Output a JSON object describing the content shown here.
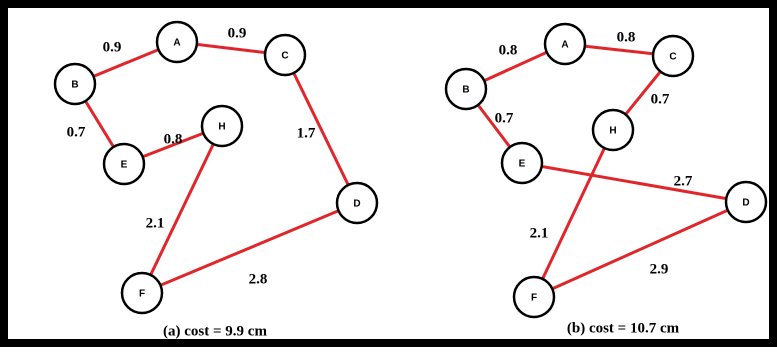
{
  "colors": {
    "border": "#000000",
    "edge": "#e0262b",
    "node_stroke": "#000000",
    "node_fill": "#ffffff",
    "text": "#000000"
  },
  "diagrams": [
    {
      "caption": "(a) cost = 9.9 cm",
      "nodes": [
        {
          "id": "A",
          "label": "A"
        },
        {
          "id": "B",
          "label": "B"
        },
        {
          "id": "C",
          "label": "C"
        },
        {
          "id": "E",
          "label": "E"
        },
        {
          "id": "H",
          "label": "H"
        },
        {
          "id": "D",
          "label": "D"
        },
        {
          "id": "F",
          "label": "F"
        }
      ],
      "edges": [
        {
          "from": "B",
          "to": "A",
          "label": "0.9"
        },
        {
          "from": "A",
          "to": "C",
          "label": "0.9"
        },
        {
          "from": "B",
          "to": "E",
          "label": "0.7"
        },
        {
          "from": "E",
          "to": "H",
          "label": "0.8"
        },
        {
          "from": "C",
          "to": "D",
          "label": "1.7"
        },
        {
          "from": "H",
          "to": "F",
          "label": "2.1"
        },
        {
          "from": "F",
          "to": "D",
          "label": "2.8"
        }
      ]
    },
    {
      "caption": "(b) cost = 10.7 cm",
      "nodes": [
        {
          "id": "A",
          "label": "A"
        },
        {
          "id": "B",
          "label": "B"
        },
        {
          "id": "C",
          "label": "C"
        },
        {
          "id": "H",
          "label": "H"
        },
        {
          "id": "E",
          "label": "E"
        },
        {
          "id": "D",
          "label": "D"
        },
        {
          "id": "F",
          "label": "F"
        }
      ],
      "edges": [
        {
          "from": "B",
          "to": "A",
          "label": "0.8"
        },
        {
          "from": "A",
          "to": "C",
          "label": "0.8"
        },
        {
          "from": "B",
          "to": "E",
          "label": "0.7"
        },
        {
          "from": "C",
          "to": "H",
          "label": "0.7"
        },
        {
          "from": "E",
          "to": "D",
          "label": "2.7"
        },
        {
          "from": "H",
          "to": "F",
          "label": "2.1"
        },
        {
          "from": "F",
          "to": "D",
          "label": "2.9"
        }
      ]
    }
  ]
}
